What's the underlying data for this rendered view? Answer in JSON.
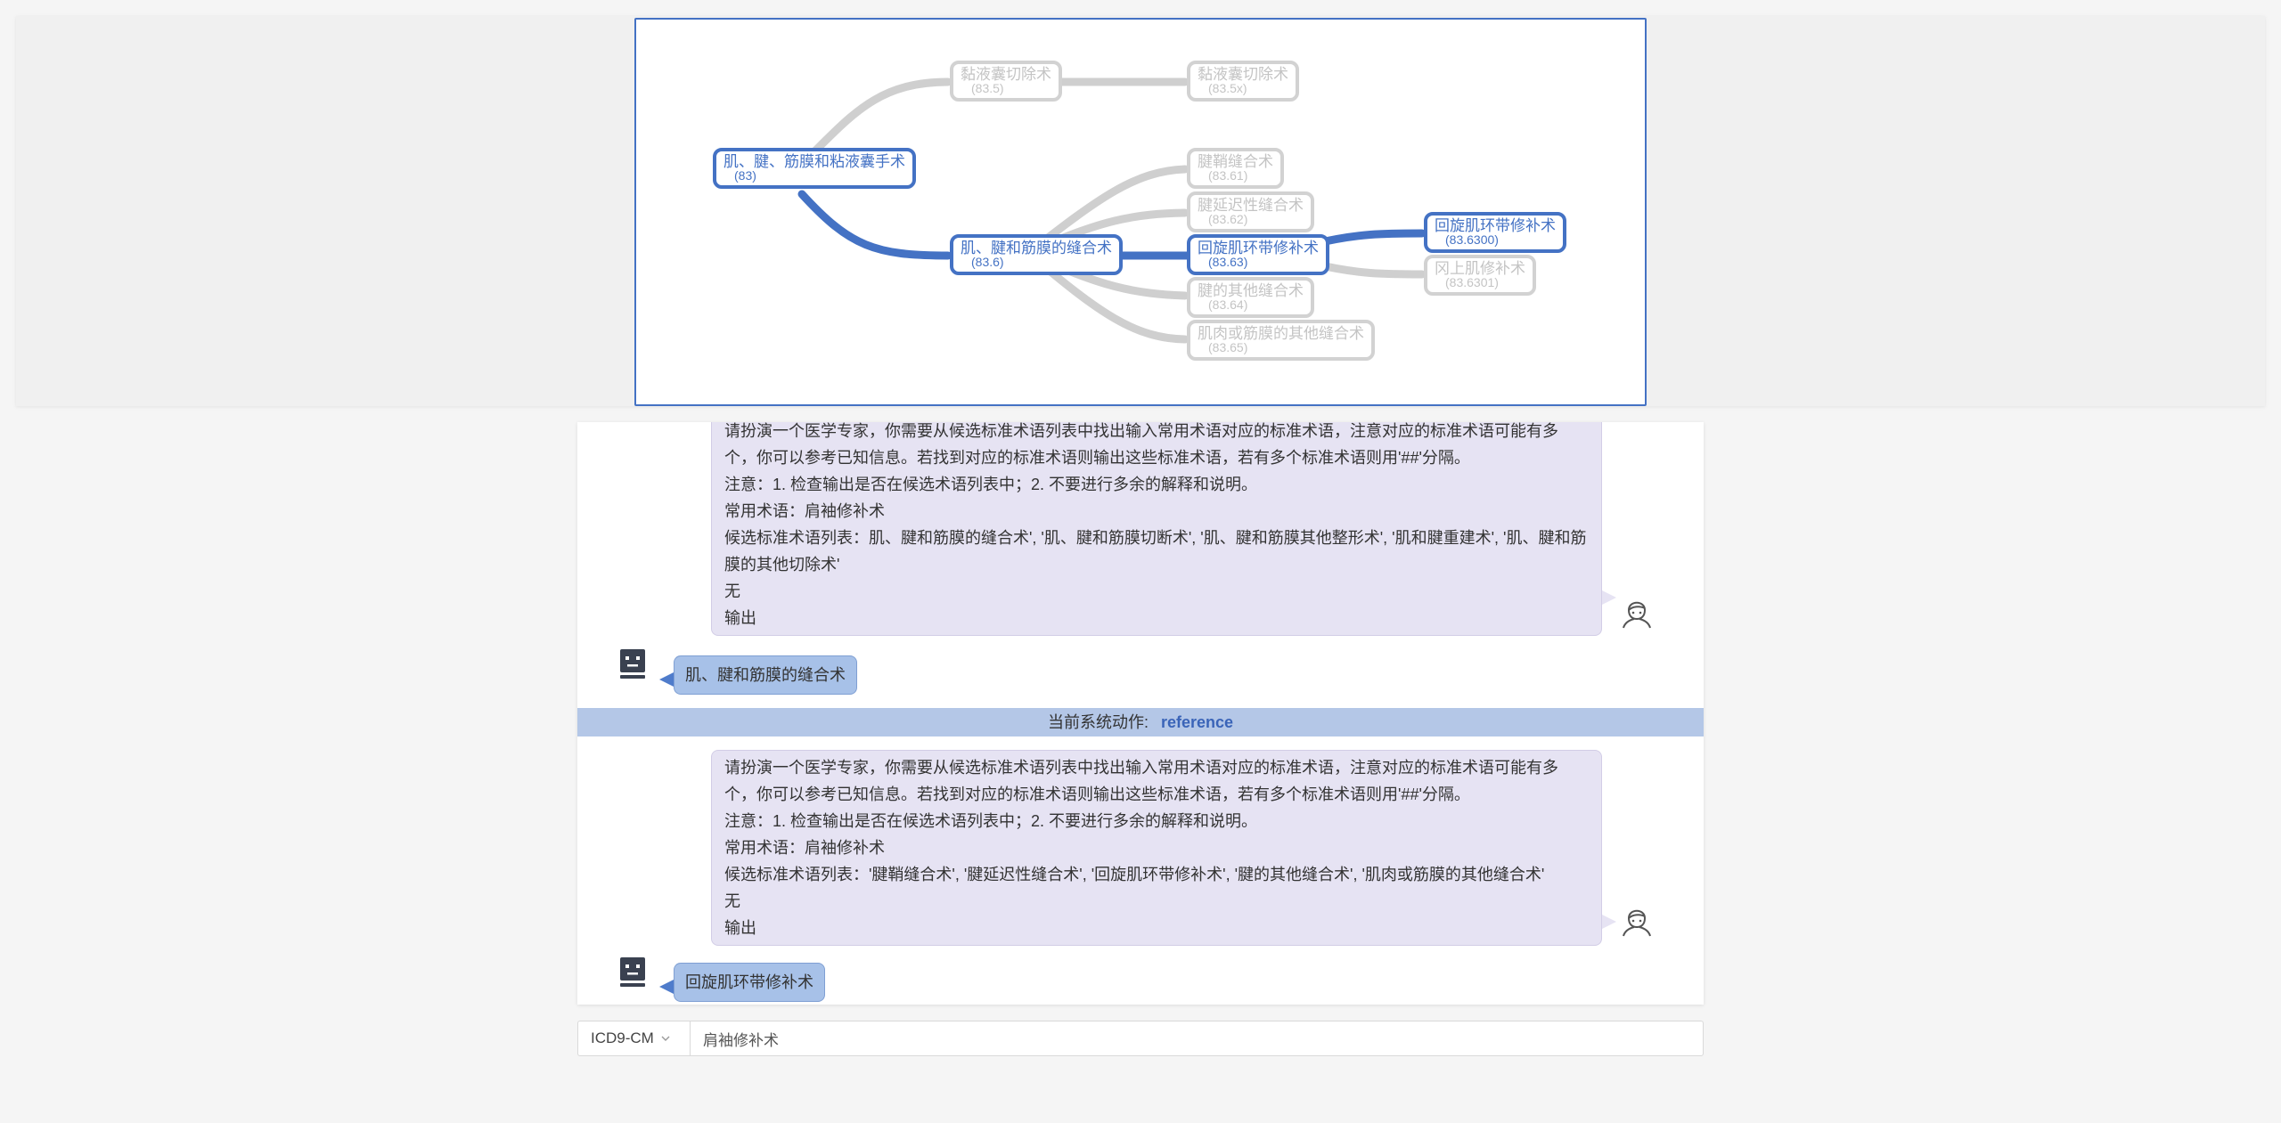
{
  "tree": {
    "nodes": [
      {
        "id": "n83",
        "name": "肌、腱、筋膜和粘液囊手术",
        "code": "(83)",
        "active": true
      },
      {
        "id": "n835a",
        "name": "黏液囊切除术",
        "code": "(83.5)",
        "active": false
      },
      {
        "id": "n835b",
        "name": "黏液囊切除术",
        "code": "(83.5x)",
        "active": false
      },
      {
        "id": "n836",
        "name": "肌、腱和筋膜的缝合术",
        "code": "(83.6)",
        "active": true
      },
      {
        "id": "n8361",
        "name": "腱鞘缝合术",
        "code": "(83.61)",
        "active": false
      },
      {
        "id": "n8362",
        "name": "腱延迟性缝合术",
        "code": "(83.62)",
        "active": false
      },
      {
        "id": "n8363",
        "name": "回旋肌环带修补术",
        "code": "(83.63)",
        "active": true
      },
      {
        "id": "n8364",
        "name": "腱的其他缝合术",
        "code": "(83.64)",
        "active": false
      },
      {
        "id": "n8365",
        "name": "肌肉或筋膜的其他缝合术",
        "code": "(83.65)",
        "active": false
      },
      {
        "id": "n836300",
        "name": "回旋肌环带修补术",
        "code": "(83.6300)",
        "active": true
      },
      {
        "id": "n836301",
        "name": "冈上肌修补术",
        "code": "(83.6301)",
        "active": false
      }
    ]
  },
  "chat": {
    "messages": [
      {
        "lines": [
          "请扮演一个医学专家，你需要从候选标准术语列表中找出输入常用术语对应的标准术语，注意对应的标准术语可能有多个，你可以参考已知信息。若找到对应的标准术语则输出这些标准术语，若有多个标准术语则用'##'分隔。",
          "注意：1. 检查输出是否在候选术语列表中；2. 不要进行多余的解释和说明。",
          "常用术语：肩袖修补术",
          "候选标准术语列表：肌、腱和筋膜的缝合术', '肌、腱和筋膜切断术', '肌、腱和筋膜其他整形术', '肌和腱重建术', '肌、腱和筋膜的其他切除术'",
          "无",
          "输出"
        ],
        "reply": "肌、腱和筋膜的缝合术"
      },
      {
        "lines": [
          "请扮演一个医学专家，你需要从候选标准术语列表中找出输入常用术语对应的标准术语，注意对应的标准术语可能有多个，你可以参考已知信息。若找到对应的标准术语则输出这些标准术语，若有多个标准术语则用'##'分隔。",
          "注意：1. 检查输出是否在候选术语列表中；2. 不要进行多余的解释和说明。",
          "常用术语：肩袖修补术",
          "候选标准术语列表：'腱鞘缝合术', '腱延迟性缝合术', '回旋肌环带修补术', '腱的其他缝合术', '肌肉或筋膜的其他缝合术'",
          "无",
          "输出"
        ],
        "reply": "回旋肌环带修补术"
      }
    ],
    "action": {
      "label": "当前系统动作:",
      "value": "reference"
    }
  },
  "input": {
    "select_value": "ICD9-CM",
    "query_value": "肩袖修补术"
  },
  "colors": {
    "accent": "#4472c4",
    "dim": "#d2d2d2",
    "user_bubble": "#e6e3f3",
    "bot_bubble": "#a7c1e8",
    "action_bar": "#b4c7e7"
  }
}
